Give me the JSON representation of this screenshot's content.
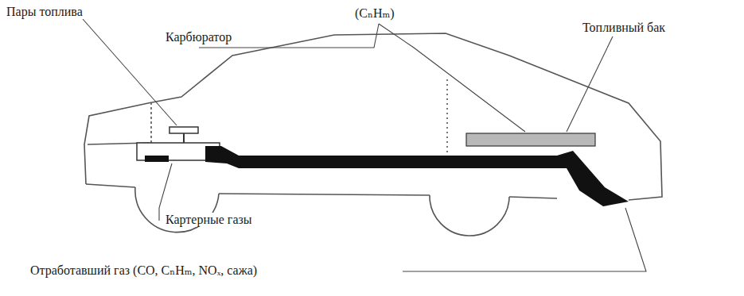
{
  "diagram": {
    "labels": [
      "Пары топлива",
      "Карбюратор",
      "(CₙHₘ)",
      "Топливный бак",
      "Картерные газы",
      "Отработавший газ (CO, CₙHₘ, NOₓ, сажа)"
    ]
  }
}
